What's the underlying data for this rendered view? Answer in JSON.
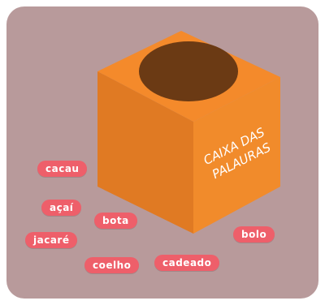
{
  "box": {
    "label_line1": "CAIXA DAS",
    "label_line2": "PALAURAS",
    "colors": {
      "top": "#f48a2b",
      "left": "#e0741d",
      "right": "#f18a2a",
      "hole": "#6b3a14"
    }
  },
  "words": [
    "cacau",
    "açaí",
    "bota",
    "jacaré",
    "bolo",
    "coelho",
    "cadeado"
  ],
  "colors": {
    "board": "#b89a9b",
    "chip": "#ee5f6a"
  }
}
